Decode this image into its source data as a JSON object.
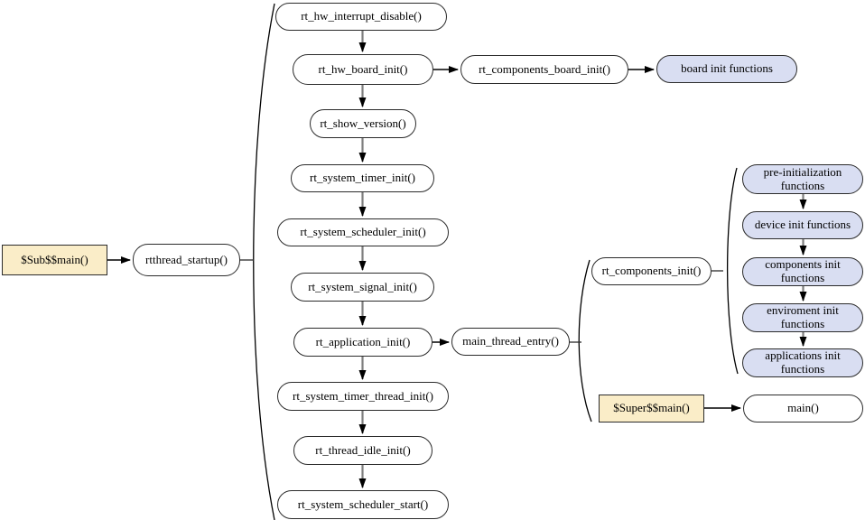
{
  "diagram": {
    "type": "flowchart",
    "colors": {
      "process_fill": "#ffffff",
      "entry_fill": "#faedc8",
      "group_fill": "#d9def2",
      "border": "#2b2b2b",
      "arrow_shaft_gray": "#7f7f7f",
      "arrow_black": "#000000"
    }
  },
  "nodes": {
    "sub_main": "$Sub$$main()",
    "rtthread_startup": "rtthread_startup()",
    "rt_hw_interrupt_disable": "rt_hw_interrupt_disable()",
    "rt_hw_board_init": "rt_hw_board_init()",
    "rt_components_board_init": "rt_components_board_init()",
    "board_init_functions": "board init functions",
    "rt_show_version": "rt_show_version()",
    "rt_system_timer_init": "rt_system_timer_init()",
    "rt_system_scheduler_init": "rt_system_scheduler_init()",
    "rt_system_signal_init": "rt_system_signal_init()",
    "rt_application_init": "rt_application_init()",
    "main_thread_entry": "main_thread_entry()",
    "rt_components_init": "rt_components_init()",
    "pre_initialization_functions": "pre-initialization functions",
    "device_init_functions": "device init functions",
    "components_init_functions": "components init functions",
    "enviroment_init_functions": "enviroment init functions",
    "applications_init_functions": "applications init functions",
    "super_main": "$Super$$main()",
    "main_fn": "main()",
    "rt_system_timer_thread_init": "rt_system_timer_thread_init()",
    "rt_thread_idle_init": "rt_thread_idle_init()",
    "rt_system_scheduler_start": "rt_system_scheduler_start()"
  }
}
